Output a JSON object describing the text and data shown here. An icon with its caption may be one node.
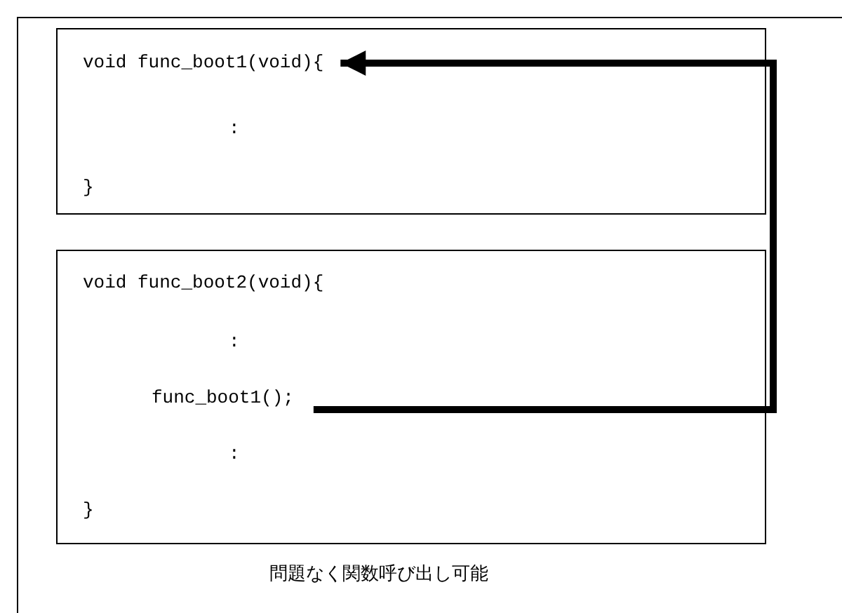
{
  "diagram": {
    "caption": "問題なく関数呼び出し可能",
    "nodes": [
      {
        "text": [
          ":",
          "}"
        ]
      },
      {
        "text": [
          "void func_boot1(void){"
        ],
        "in": 0
      },
      {
        "text": [
          "void func_boot2(void){",
          ":",
          ":",
          "}"
        ]
      },
      {
        "text": [
          "func_boot1();"
        ],
        "in": 2
      }
    ],
    "edges": [
      {
        "from": 3,
        "to": 1,
        "arrow": "to"
      }
    ]
  }
}
